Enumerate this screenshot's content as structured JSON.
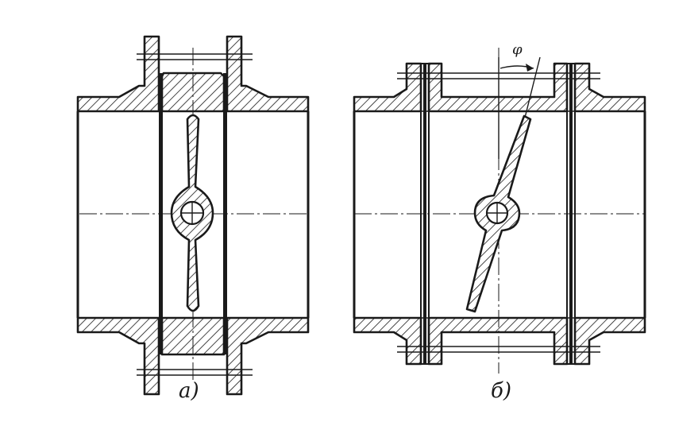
{
  "figures": [
    {
      "caption": "а)"
    },
    {
      "caption": "б)",
      "angle_label": "φ"
    }
  ],
  "colors": {
    "ink": "#1a1a1a",
    "paper": "#ffffff"
  }
}
